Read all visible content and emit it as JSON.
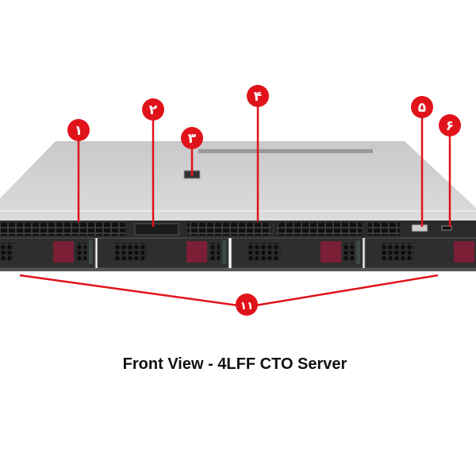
{
  "caption": "Front View - 4LFF CTO Server",
  "accent_color": "#e0131b",
  "callouts": [
    {
      "id": "1",
      "label": "۱"
    },
    {
      "id": "2",
      "label": "۲"
    },
    {
      "id": "3",
      "label": "۳"
    },
    {
      "id": "4",
      "label": "۴"
    },
    {
      "id": "5",
      "label": "۵"
    },
    {
      "id": "6",
      "label": "۶"
    },
    {
      "id": "11",
      "label": "۱۱"
    }
  ],
  "drive_bay_count": 4
}
